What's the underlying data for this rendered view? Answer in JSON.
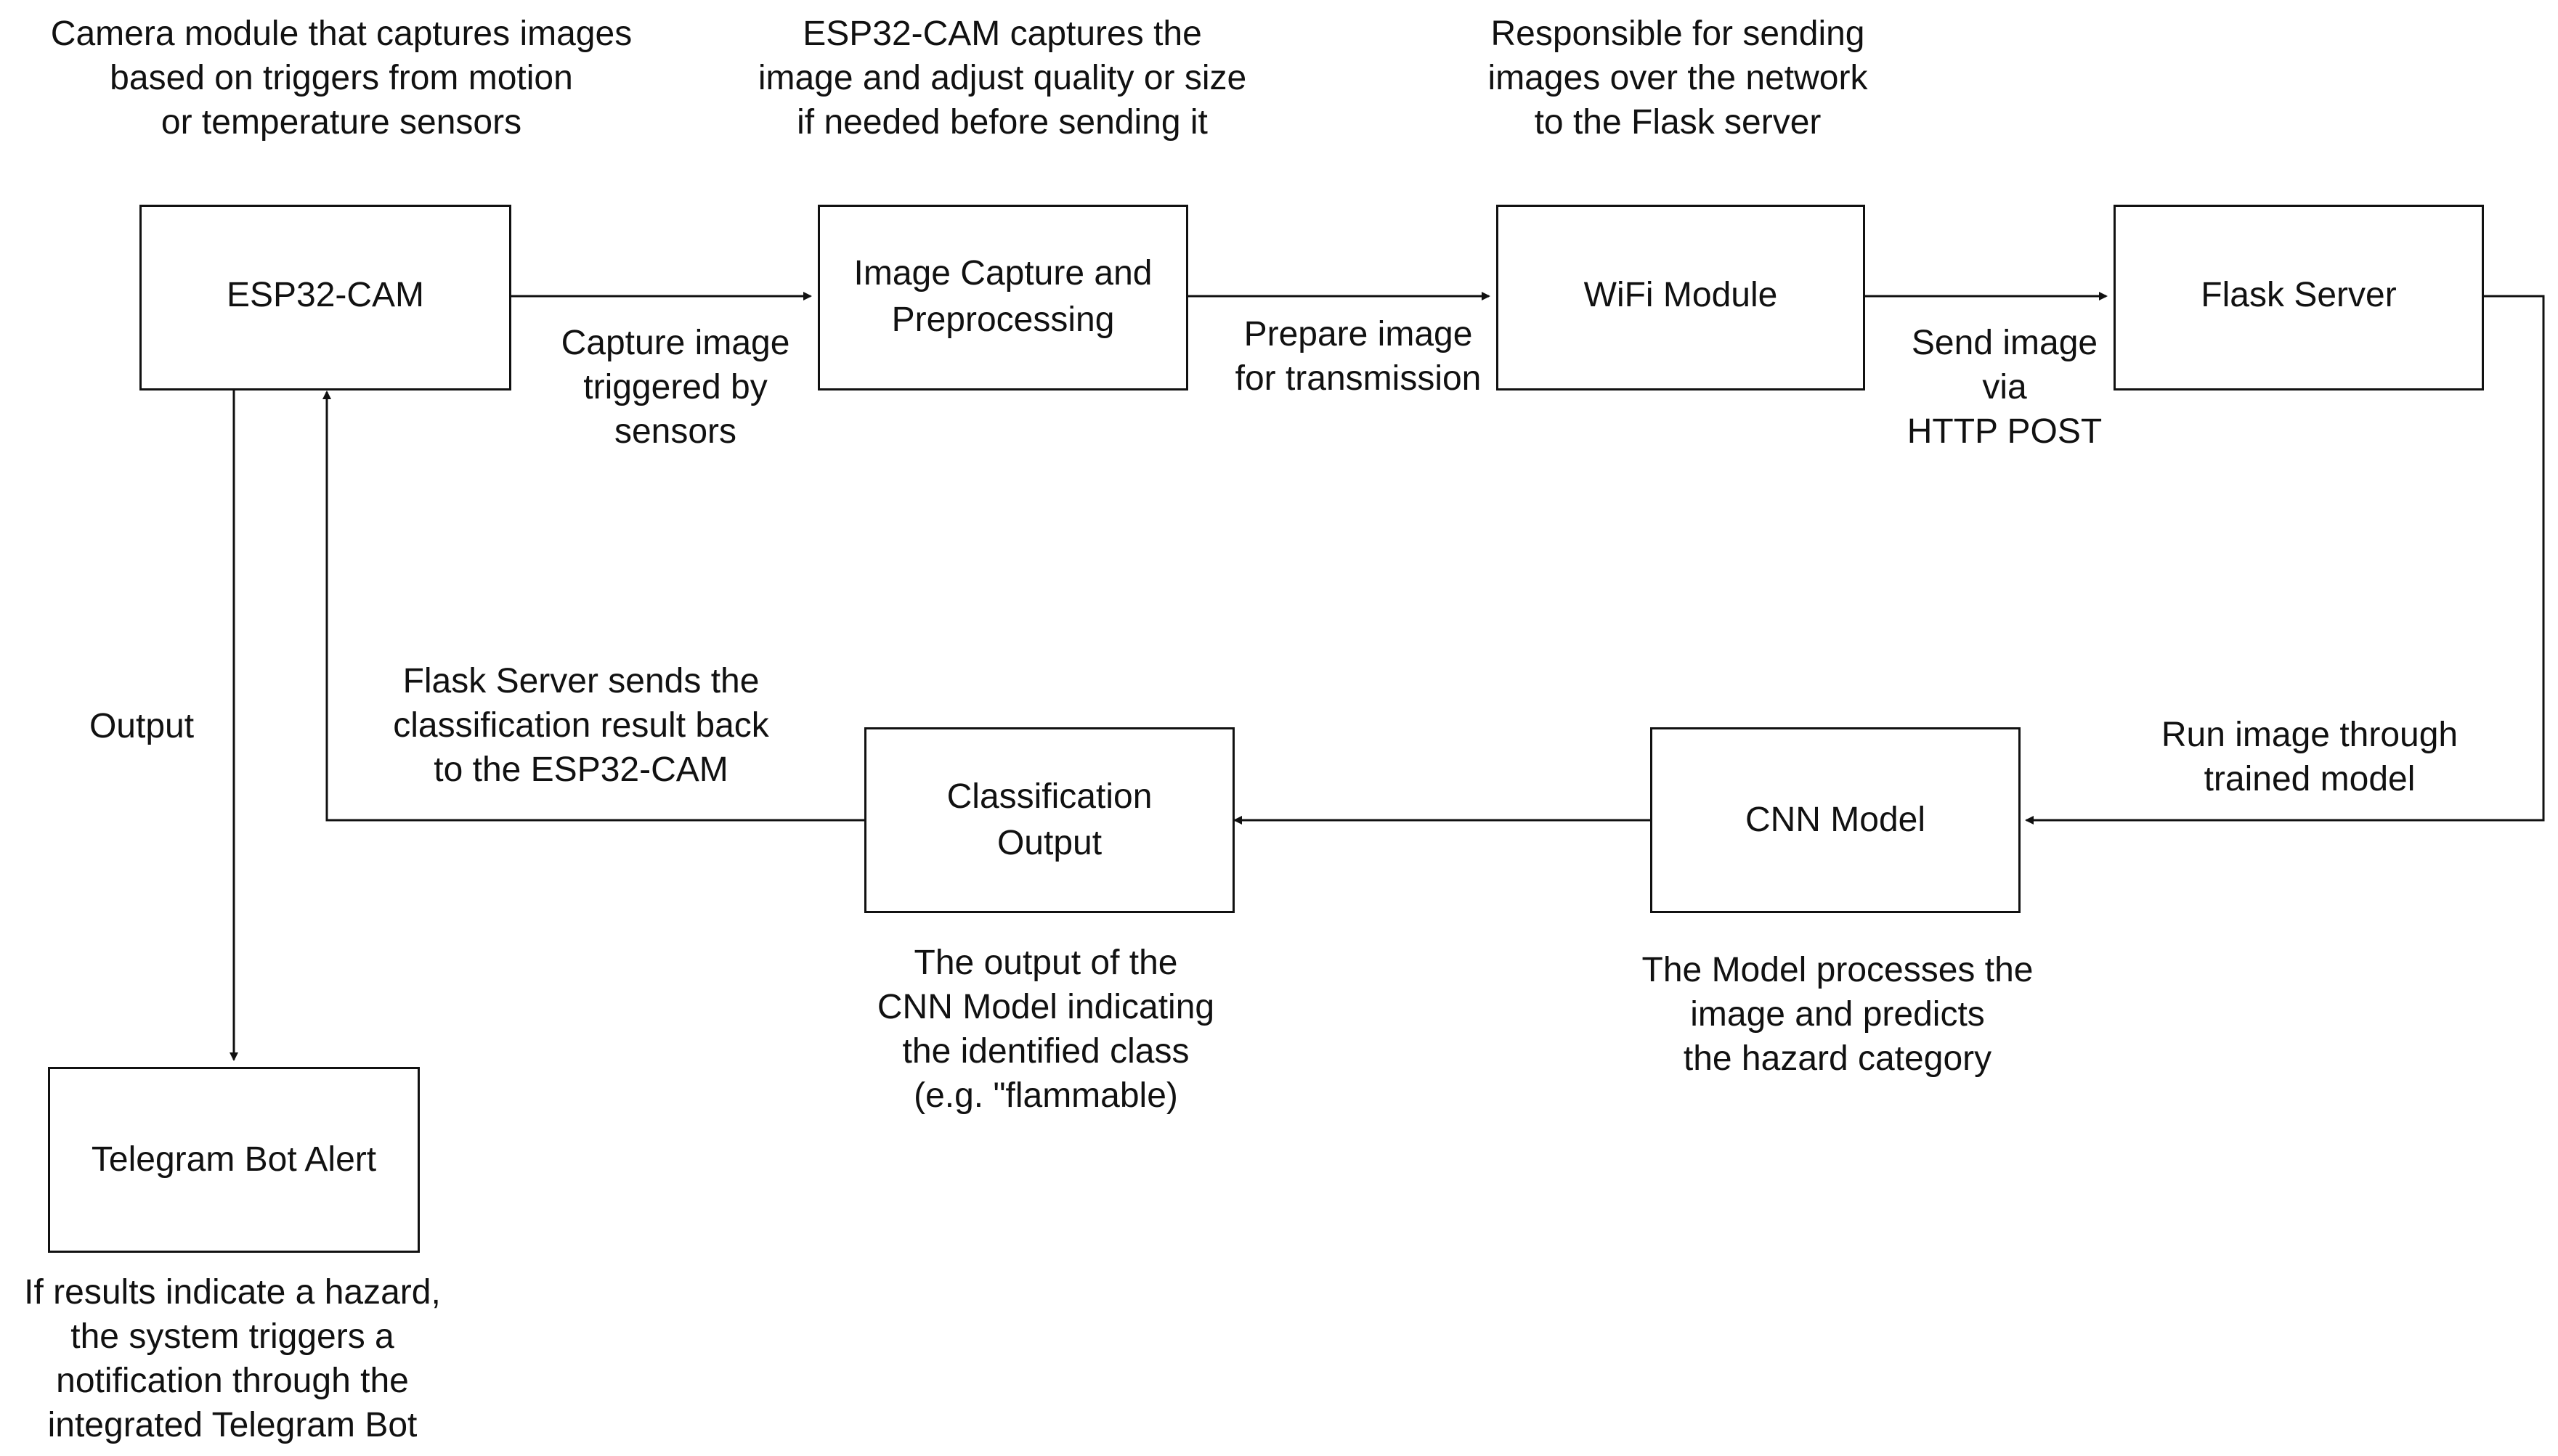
{
  "nodes": {
    "esp32_cam": {
      "label": "ESP32-CAM"
    },
    "image_capture": {
      "label": "Image Capture and\nPreprocessing"
    },
    "wifi_module": {
      "label": "WiFi Module"
    },
    "flask_server": {
      "label": "Flask Server"
    },
    "cnn_model": {
      "label": "CNN Model"
    },
    "classification_output": {
      "label": "Classification\nOutput"
    },
    "telegram_bot": {
      "label": "Telegram Bot Alert"
    }
  },
  "descriptions": {
    "esp32_cam": "Camera module that captures images\nbased on triggers from motion\nor temperature sensors",
    "image_capture": "ESP32-CAM captures the\nimage and adjust quality or size\nif needed before sending it",
    "wifi_module": "Responsible for sending\nimages over the network\nto the Flask server",
    "cnn_model": "The Model processes the\nimage and predicts\nthe hazard category",
    "classification_output": "The output of the\nCNN Model indicating\nthe identified class\n(e.g. \"flammable)",
    "telegram_bot": "If results indicate a hazard,\nthe system triggers a\nnotification through the\nintegrated Telegram Bot"
  },
  "edges": {
    "esp32_to_capture": "Capture image\ntriggered by\nsensors",
    "capture_to_wifi": "Prepare image\nfor transmission",
    "wifi_to_flask": "Send image\nvia\nHTTP POST",
    "flask_to_cnn": "Run image through\ntrained model",
    "classification_to_esp32": "Flask Server sends the\nclassification result back\nto the ESP32-CAM",
    "esp32_to_telegram": "Output"
  },
  "colors": {
    "stroke": "#111111",
    "background": "#ffffff"
  }
}
